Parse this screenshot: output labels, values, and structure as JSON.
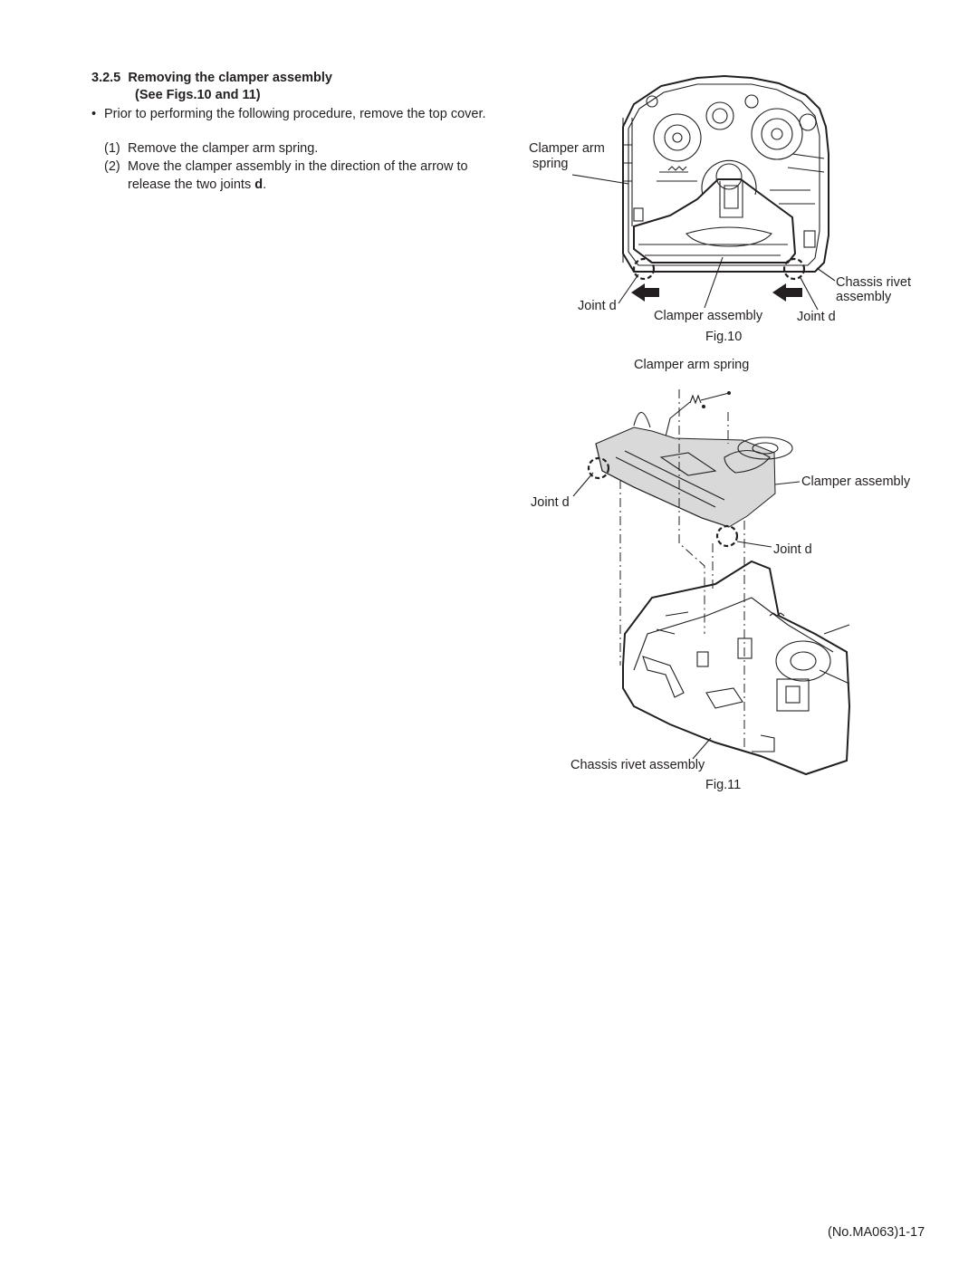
{
  "section": {
    "number": "3.2.5",
    "title": "Removing the clamper assembly",
    "subtitle": "(See Figs.10 and 11)"
  },
  "intro": {
    "bullet": "•",
    "text": "Prior to performing the following procedure, remove the top cover."
  },
  "steps": [
    {
      "num": "(1)",
      "text": "Remove the clamper arm spring."
    },
    {
      "num": "(2)",
      "text_before": "Move the clamper assembly in the direction of the arrow to release the two joints ",
      "bold": "d",
      "text_after": "."
    }
  ],
  "fig10": {
    "caption": "Fig.10",
    "labels": {
      "clamper_arm": "Clamper arm",
      "spring": "spring",
      "joint_left": "Joint d",
      "clamper_assembly": "Clamper assembly",
      "joint_right": "Joint d",
      "chassis_rivet": "Chassis rivet",
      "assembly": "assembly"
    }
  },
  "fig11": {
    "caption": "Fig.11",
    "labels": {
      "clamper_arm_spring": "Clamper arm spring",
      "clamper_assembly": "Clamper assembly",
      "joint_left": "Joint d",
      "joint_right": "Joint d",
      "chassis_rivet_assembly": "Chassis rivet assembly"
    }
  },
  "footer": {
    "page_ref": "(No.MA063)1-17"
  }
}
